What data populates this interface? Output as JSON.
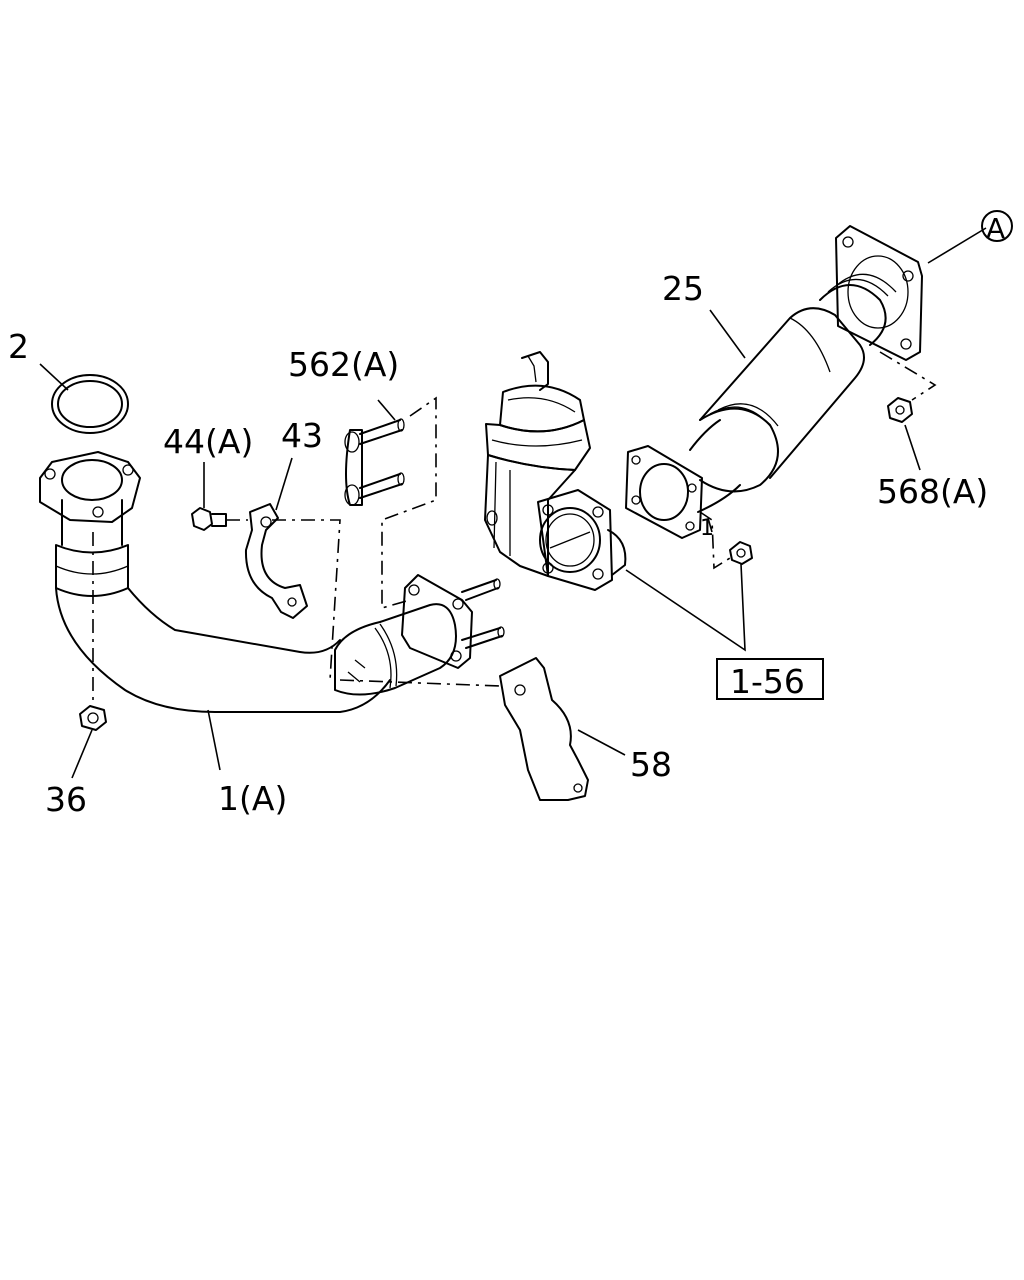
{
  "labels": {
    "l2": "2",
    "l562": "562(A)",
    "l44": "44(A)",
    "l43": "43",
    "l25": "25",
    "lA": "A",
    "l568": "568(A)",
    "l1": "1",
    "l156": "1-56",
    "l58": "58",
    "l36": "36",
    "l1A": "1(A)"
  }
}
